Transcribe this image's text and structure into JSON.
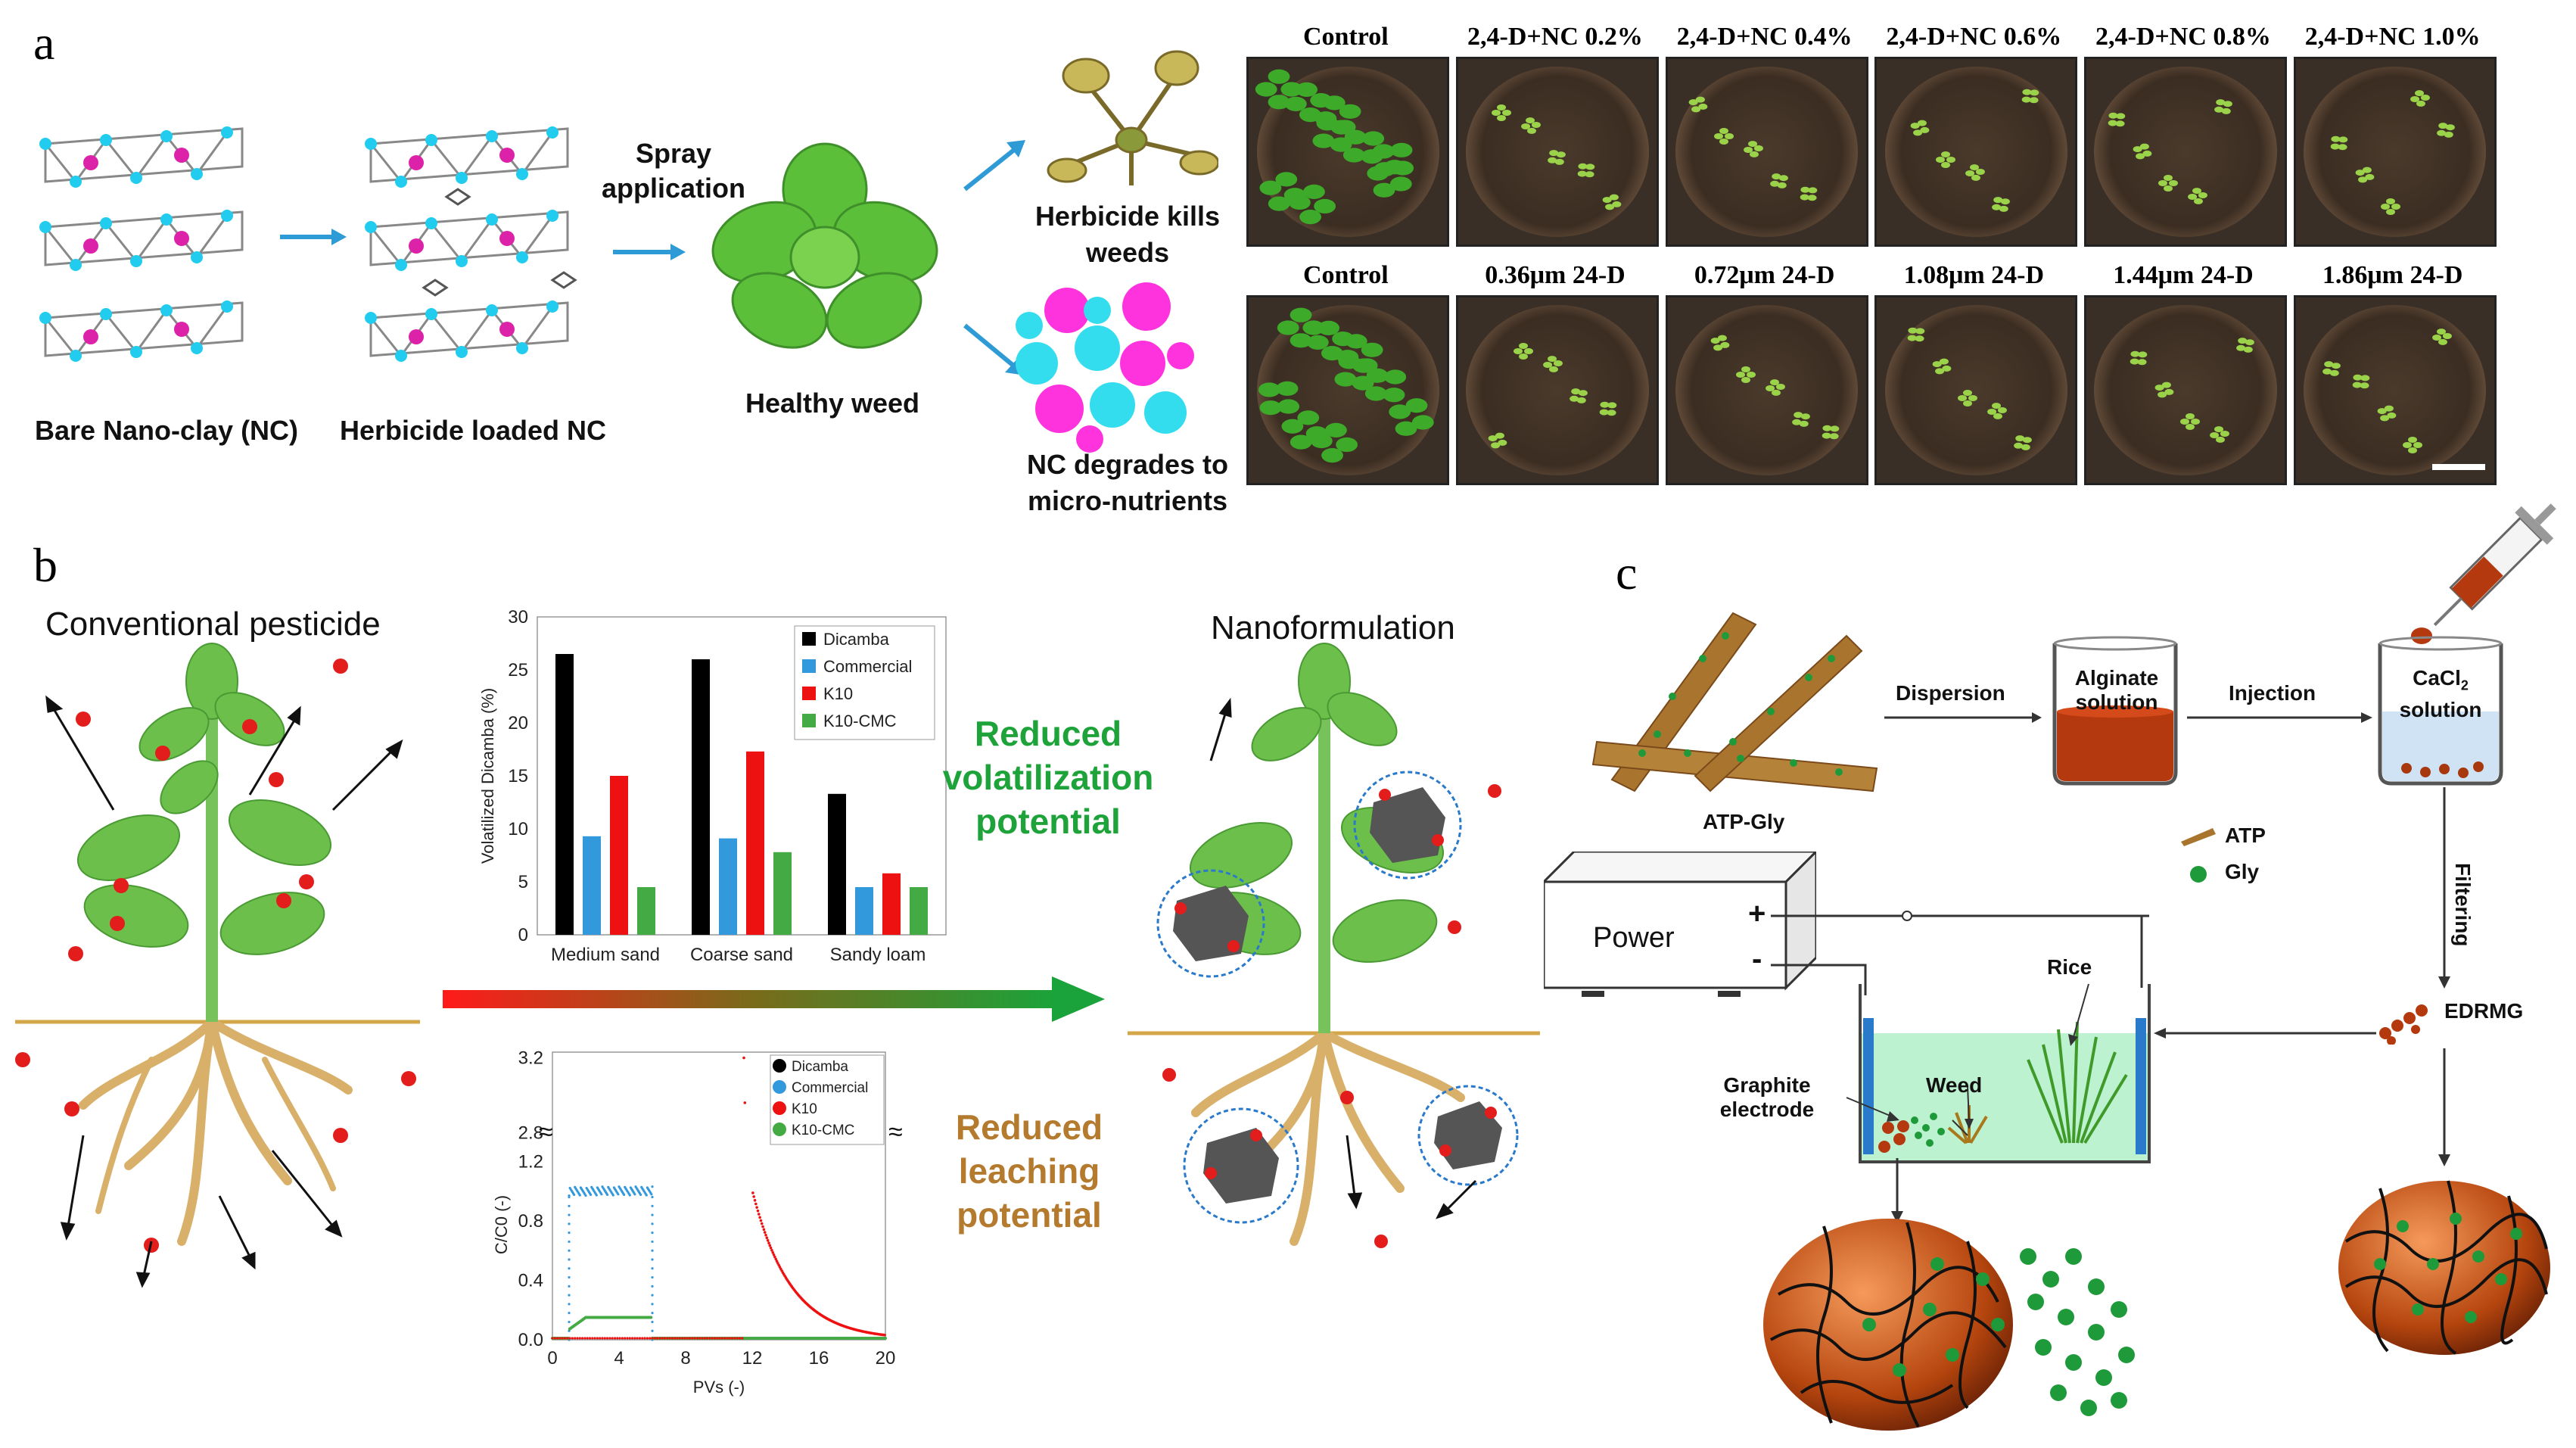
{
  "panels": {
    "a": {
      "label": "a",
      "captions": {
        "bare": "Bare Nano-clay (NC)",
        "loaded": "Herbicide loaded NC",
        "spray": "Spray application",
        "healthy": "Healthy weed",
        "kills": "Herbicide kills weeds",
        "degrades": "NC degrades to micro-nutrients"
      },
      "photo_rows": [
        [
          "Control",
          "2,4-D+NC 0.2%",
          "2,4-D+NC 0.4%",
          "2,4-D+NC 0.6%",
          "2,4-D+NC 0.8%",
          "2,4-D+NC 1.0%"
        ],
        [
          "Control",
          "0.36μm 24-D",
          "0.72μm 24-D",
          "1.08μm 24-D",
          "1.44μm 24-D",
          "1.86μm 24-D"
        ]
      ]
    },
    "b": {
      "label": "b",
      "conventional": "Conventional pesticide",
      "nano": "Nanoformulation",
      "reduced_vol": "Reduced volatilization potential",
      "reduced_leach": "Reduced leaching potential"
    },
    "c": {
      "label": "c",
      "labels": {
        "atp_gly": "ATP-Gly",
        "dispersion": "Dispersion",
        "alginate": "Alginate solution",
        "injection": "Injection",
        "cacl2": "CaCl",
        "cacl2_sub": "2",
        "solution": "solution",
        "atp": "ATP",
        "gly": "Gly",
        "filtering": "Filtering",
        "power": "Power",
        "plus": "+",
        "minus": "-",
        "rice": "Rice",
        "weed": "Weed",
        "graphite": "Graphite electrode",
        "edrmg": "EDRMG"
      }
    }
  },
  "chart_data": [
    {
      "type": "bar",
      "categories": [
        "Medium sand",
        "Coarse sand",
        "Sandy loam"
      ],
      "series": [
        {
          "name": "Dicamba",
          "color": "#000000",
          "values": [
            26.5,
            26,
            13.3
          ]
        },
        {
          "name": "Commercial",
          "color": "#3399dd",
          "values": [
            9.3,
            9.1,
            4.5
          ]
        },
        {
          "name": "K10",
          "color": "#ee1111",
          "values": [
            15,
            17.3,
            5.8
          ]
        },
        {
          "name": "K10-CMC",
          "color": "#44aa44",
          "values": [
            4.5,
            7.8,
            4.5
          ]
        }
      ],
      "ylabel": "Volatilized Dicamba (%)",
      "ylim": [
        0,
        30
      ],
      "yticks": [
        0,
        5,
        10,
        15,
        20,
        25,
        30
      ],
      "legend": "top-right"
    },
    {
      "type": "scatter",
      "xlabel": "PVs (-)",
      "ylabel": "C/C0 (-)",
      "xticks": [
        0,
        4,
        8,
        12,
        16,
        20
      ],
      "yticks": [
        "0.0",
        "0.4",
        "0.8",
        "1.2",
        "2.8",
        "3.2"
      ],
      "legend": "top-right",
      "series": [
        {
          "name": "Dicamba",
          "color": "#000000"
        },
        {
          "name": "Commercial",
          "color": "#3399dd",
          "plateau": 1.0,
          "x_range": [
            1,
            6
          ]
        },
        {
          "name": "K10",
          "color": "#ee1111",
          "peak": 3.2,
          "peak_x": 11.5
        },
        {
          "name": "K10-CMC",
          "color": "#44aa44",
          "plateau": 0.15,
          "x_range": [
            1,
            6
          ]
        }
      ]
    }
  ]
}
